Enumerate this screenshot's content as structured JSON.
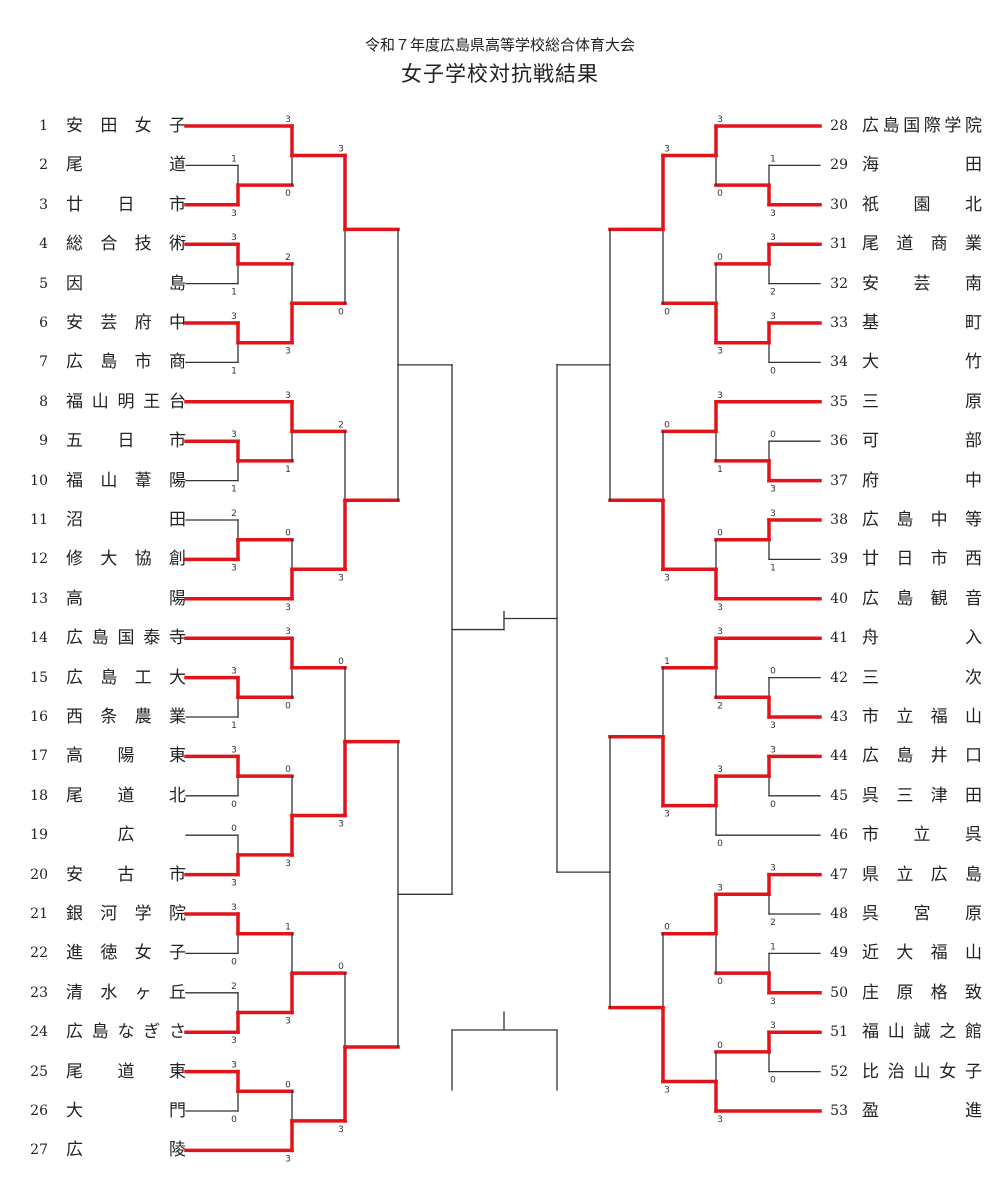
{
  "header": {
    "line1": "令和７年度広島県高等学校総合体育大会",
    "line2": "女子学校対抗戦結果"
  },
  "colors": {
    "winner": "#e0151b",
    "line": "#333333"
  },
  "teams": [
    {
      "no": "1",
      "name": "安田女子"
    },
    {
      "no": "2",
      "name": "尾道"
    },
    {
      "no": "3",
      "name": "廿日市"
    },
    {
      "no": "4",
      "name": "総合技術"
    },
    {
      "no": "5",
      "name": "因島"
    },
    {
      "no": "6",
      "name": "安芸府中"
    },
    {
      "no": "7",
      "name": "広島市商"
    },
    {
      "no": "8",
      "name": "福山明王台"
    },
    {
      "no": "9",
      "name": "五日市"
    },
    {
      "no": "10",
      "name": "福山葦陽"
    },
    {
      "no": "11",
      "name": "沼田"
    },
    {
      "no": "12",
      "name": "修大協創"
    },
    {
      "no": "13",
      "name": "高陽"
    },
    {
      "no": "14",
      "name": "広島国泰寺"
    },
    {
      "no": "15",
      "name": "広島工大"
    },
    {
      "no": "16",
      "name": "西条農業"
    },
    {
      "no": "17",
      "name": "高陽東"
    },
    {
      "no": "18",
      "name": "尾道北"
    },
    {
      "no": "19",
      "name": "広"
    },
    {
      "no": "20",
      "name": "安古市"
    },
    {
      "no": "21",
      "name": "銀河学院"
    },
    {
      "no": "22",
      "name": "進徳女子"
    },
    {
      "no": "23",
      "name": "清水ヶ丘"
    },
    {
      "no": "24",
      "name": "広島なぎさ"
    },
    {
      "no": "25",
      "name": "尾道東"
    },
    {
      "no": "26",
      "name": "大門"
    },
    {
      "no": "27",
      "name": "広陵"
    },
    {
      "no": "28",
      "name": "広島国際学院"
    },
    {
      "no": "29",
      "name": "海田"
    },
    {
      "no": "30",
      "name": "祇園北"
    },
    {
      "no": "31",
      "name": "尾道商業"
    },
    {
      "no": "32",
      "name": "安芸南"
    },
    {
      "no": "33",
      "name": "基町"
    },
    {
      "no": "34",
      "name": "大竹"
    },
    {
      "no": "35",
      "name": "三原"
    },
    {
      "no": "36",
      "name": "可部"
    },
    {
      "no": "37",
      "name": "府中"
    },
    {
      "no": "38",
      "name": "広島中等"
    },
    {
      "no": "39",
      "name": "廿日市西"
    },
    {
      "no": "40",
      "name": "広島観音"
    },
    {
      "no": "41",
      "name": "舟入"
    },
    {
      "no": "42",
      "name": "三次"
    },
    {
      "no": "43",
      "name": "市立福山"
    },
    {
      "no": "44",
      "name": "広島井口"
    },
    {
      "no": "45",
      "name": "呉三津田"
    },
    {
      "no": "46",
      "name": "市立呉"
    },
    {
      "no": "47",
      "name": "県立広島"
    },
    {
      "no": "48",
      "name": "呉宮原"
    },
    {
      "no": "49",
      "name": "近大福山"
    },
    {
      "no": "50",
      "name": "庄原格致"
    },
    {
      "no": "51",
      "name": "福山誠之館"
    },
    {
      "no": "52",
      "name": "比治山女子"
    },
    {
      "no": "53",
      "name": "盈進"
    }
  ],
  "matches": {
    "L": {
      "r1": [
        {
          "a": 2,
          "b": 3,
          "sa": "1",
          "sb": "3",
          "w": "b"
        },
        {
          "a": 4,
          "b": 5,
          "sa": "3",
          "sb": "1",
          "w": "a"
        },
        {
          "a": 6,
          "b": 7,
          "sa": "3",
          "sb": "1",
          "w": "a"
        },
        {
          "a": 9,
          "b": 10,
          "sa": "3",
          "sb": "1",
          "w": "a"
        },
        {
          "a": 11,
          "b": 12,
          "sa": "2",
          "sb": "3",
          "w": "b"
        },
        {
          "a": 15,
          "b": 16,
          "sa": "3",
          "sb": "1",
          "w": "a"
        },
        {
          "a": 17,
          "b": 18,
          "sa": "3",
          "sb": "0",
          "w": "a"
        },
        {
          "a": 19,
          "b": 20,
          "sa": "0",
          "sb": "3",
          "w": "b"
        },
        {
          "a": 21,
          "b": 22,
          "sa": "3",
          "sb": "0",
          "w": "a"
        },
        {
          "a": 23,
          "b": 24,
          "sa": "2",
          "sb": "3",
          "w": "b"
        },
        {
          "a": 25,
          "b": 26,
          "sa": "3",
          "sb": "0",
          "w": "a"
        }
      ],
      "r2": [
        {
          "a": 1,
          "b": "2-3",
          "sa": "3",
          "sb": "0",
          "w": "a"
        },
        {
          "a": "4-5",
          "b": "6-7",
          "sa": "2",
          "sb": "3",
          "w": "b"
        },
        {
          "a": 8,
          "b": "9-10",
          "sa": "3",
          "sb": "1",
          "w": "a"
        },
        {
          "a": "11-12",
          "b": 13,
          "sa": "0",
          "sb": "3",
          "w": "b"
        },
        {
          "a": 14,
          "b": "15-16",
          "sa": "3",
          "sb": "0",
          "w": "a"
        },
        {
          "a": "17-18",
          "b": "19-20",
          "sa": "0",
          "sb": "3",
          "w": "b"
        },
        {
          "a": "21-22",
          "b": "23-24",
          "sa": "1",
          "sb": "3",
          "w": "b"
        },
        {
          "a": "25-26",
          "b": 27,
          "sa": "0",
          "sb": "3",
          "w": "b"
        }
      ],
      "r3": [
        {
          "sa": "3",
          "sb": "0",
          "w": "a"
        },
        {
          "sa": "2",
          "sb": "3",
          "w": "b"
        },
        {
          "sa": "0",
          "sb": "3",
          "w": "b"
        },
        {
          "sa": "0",
          "sb": "3",
          "w": "b"
        }
      ]
    },
    "R": {
      "r1": [
        {
          "a": 29,
          "b": 30,
          "sa": "1",
          "sb": "3",
          "w": "b"
        },
        {
          "a": 31,
          "b": 32,
          "sa": "3",
          "sb": "2",
          "w": "a"
        },
        {
          "a": 33,
          "b": 34,
          "sa": "3",
          "sb": "0",
          "w": "a"
        },
        {
          "a": 36,
          "b": 37,
          "sa": "0",
          "sb": "3",
          "w": "b"
        },
        {
          "a": 38,
          "b": 39,
          "sa": "3",
          "sb": "1",
          "w": "a"
        },
        {
          "a": 42,
          "b": 43,
          "sa": "0",
          "sb": "3",
          "w": "b"
        },
        {
          "a": 44,
          "b": 45,
          "sa": "3",
          "sb": "0",
          "w": "a"
        },
        {
          "a": 47,
          "b": 48,
          "sa": "3",
          "sb": "2",
          "w": "a"
        },
        {
          "a": 49,
          "b": 50,
          "sa": "1",
          "sb": "3",
          "w": "b"
        },
        {
          "a": 51,
          "b": 52,
          "sa": "3",
          "sb": "0",
          "w": "a"
        }
      ],
      "r2": [
        {
          "sa": "3",
          "sb": "0",
          "w": "a"
        },
        {
          "sa": "0",
          "sb": "3",
          "w": "b"
        },
        {
          "sa": "3",
          "sb": "1",
          "w": "a"
        },
        {
          "sa": "0",
          "sb": "3",
          "w": "b"
        },
        {
          "sa": "3",
          "sb": "2",
          "w": "a"
        },
        {
          "sa": "3",
          "sb": "0",
          "w": "a"
        },
        {
          "sa": "3",
          "sb": "0",
          "w": "a"
        },
        {
          "sa": "0",
          "sb": "3",
          "w": "b"
        }
      ],
      "r3": [
        {
          "sa": "3",
          "sb": "0",
          "w": "a"
        },
        {
          "sa": "0",
          "sb": "3",
          "w": "b"
        },
        {
          "sa": "1",
          "sb": "3",
          "w": "b"
        },
        {
          "sa": "0",
          "sb": "3",
          "w": "b"
        }
      ]
    }
  }
}
